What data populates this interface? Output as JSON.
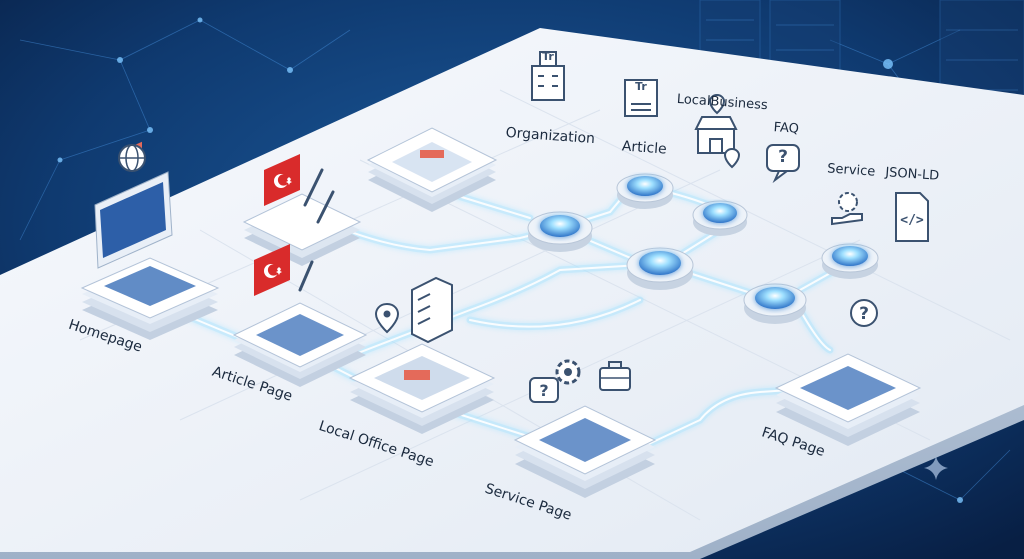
{
  "diagram": {
    "pages": [
      {
        "id": "homepage",
        "label": "Homepage"
      },
      {
        "id": "article",
        "label": "Article Page"
      },
      {
        "id": "local_office",
        "label": "Local Office Page"
      },
      {
        "id": "service",
        "label": "Service Page"
      },
      {
        "id": "faq",
        "label": "FAQ Page"
      }
    ],
    "schema_types": [
      {
        "id": "organization",
        "label": "Organization",
        "icon": "building-icon"
      },
      {
        "id": "article",
        "label": "Article",
        "icon": "newspaper-icon"
      },
      {
        "id": "localbusiness",
        "label": "LocalBusiness",
        "icon": "storefront-icon"
      },
      {
        "id": "faq",
        "label": "FAQ",
        "icon": "question-bubble-icon"
      },
      {
        "id": "service",
        "label": "Service",
        "icon": "gear-hand-icon"
      },
      {
        "id": "jsonld",
        "label": "JSON-LD",
        "icon": "code-file-icon"
      }
    ],
    "icon_text": {
      "tr": "Tr"
    },
    "colors": {
      "background": "#0b2a55",
      "platform": "#eef3f9",
      "glow": "#5ec8ff",
      "node": "#3f8fe0",
      "ink": "#2a3d59"
    }
  }
}
